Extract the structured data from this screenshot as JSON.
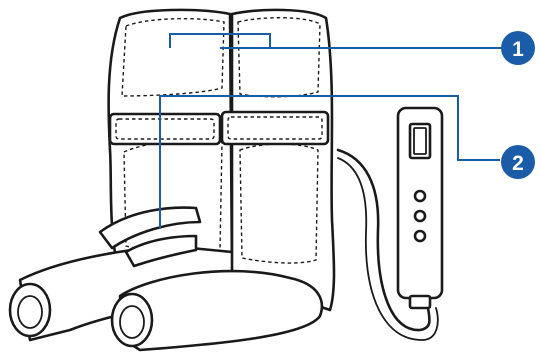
{
  "colors": {
    "accent": "#1a5ca8",
    "outline": "#1a1a1a"
  },
  "callouts": [
    {
      "number": "1"
    },
    {
      "number": "2"
    }
  ],
  "icons": {
    "massager": "leg-massager-illustration",
    "controller": "remote-controller-illustration"
  }
}
